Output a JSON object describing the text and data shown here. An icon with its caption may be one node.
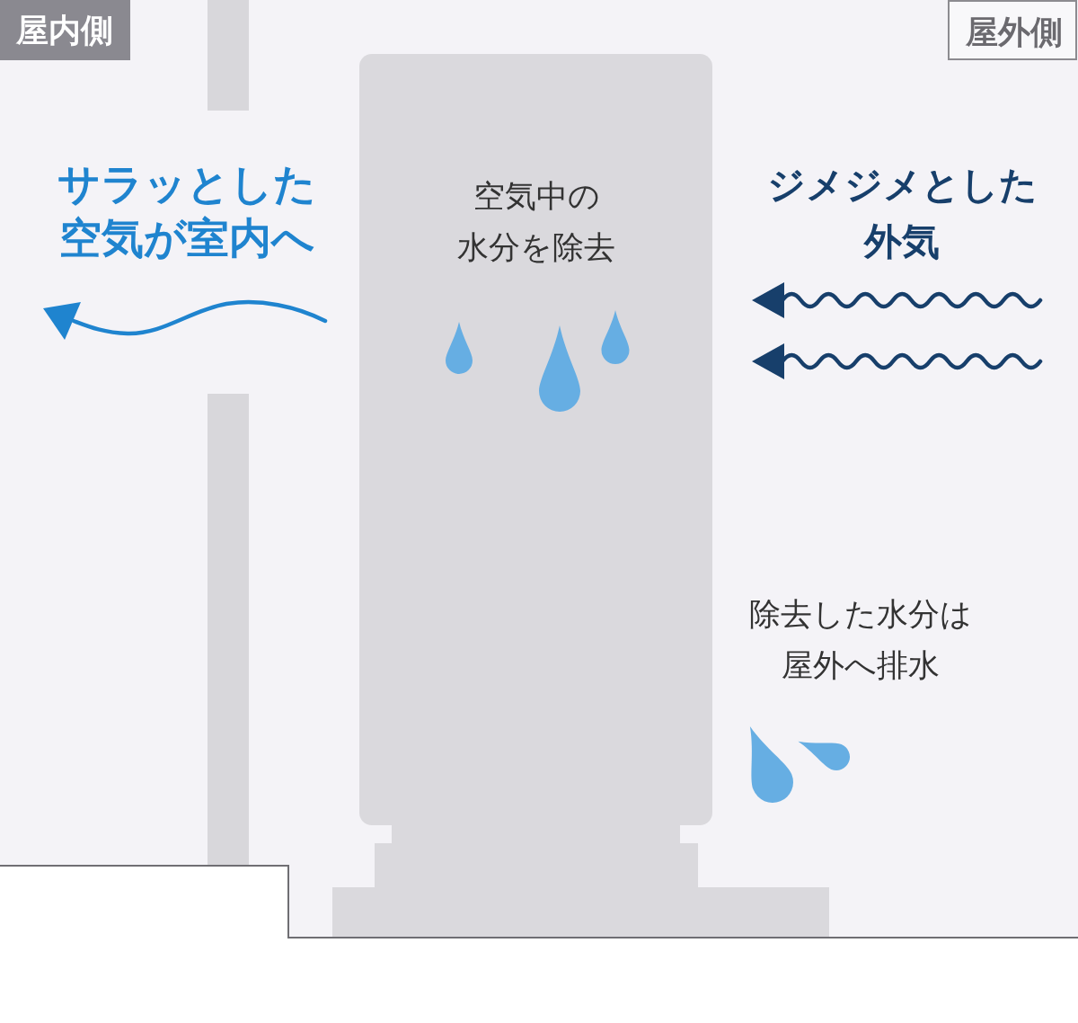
{
  "diagram": {
    "nodes": [
      {
        "text": [
          "屋内側"
        ]
      },
      {
        "text": [
          "屋外側"
        ]
      },
      {
        "text": [
          "空気中の水分を除去"
        ]
      }
    ],
    "labels": [
      "サラッとした空気が室内へ",
      "ジメジメとした外気",
      "除去した水分は屋外へ排水"
    ]
  }
}
